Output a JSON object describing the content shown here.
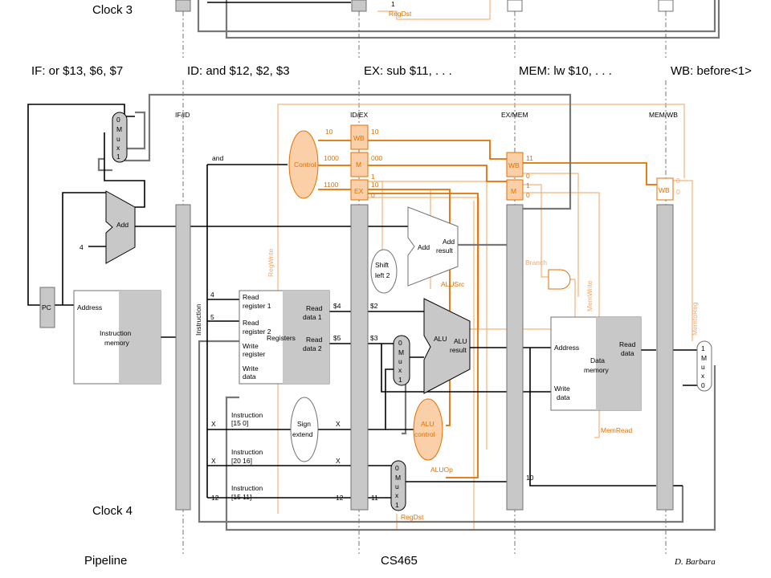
{
  "clock_top": "Clock 3",
  "clock_bottom": "Clock 4",
  "stages": {
    "if": "IF: or $13, $6, $7",
    "id": "ID: and $12, $2, $3",
    "ex": "EX: sub $11, . . .",
    "mem": "MEM: lw $10, . . .",
    "wb": "WB: before<1>"
  },
  "pipeline_regs": {
    "ifid": "IF/ID",
    "idex": "ID/EX",
    "exmem": "EX/MEM",
    "memwb": "MEM/WB"
  },
  "footer": {
    "left": "Pipeline",
    "center": "CS465",
    "right": "D. Barbara"
  },
  "labels": {
    "pc": "PC",
    "add": "Add",
    "four": "4",
    "address": "Address",
    "instr_mem_1": "Instruction",
    "instr_mem_2": "memory",
    "instruction_vertical": "Instruction",
    "and_label": "and",
    "control": "Control",
    "wb": "WB",
    "m": "M",
    "ex": "EX",
    "read_reg1_a": "Read",
    "read_reg1_b": "register 1",
    "read_reg2_a": "Read",
    "read_reg2_b": "register 2",
    "write_reg_a": "Write",
    "write_reg_b": "register",
    "write_data_a": "Write",
    "write_data_b": "data",
    "registers": "Registers",
    "read_data1_a": "Read",
    "read_data1_b": "data 1",
    "read_data2_a": "Read",
    "read_data2_b": "data 2",
    "sign_a": "Sign",
    "sign_b": "extend",
    "shift_a": "Shift",
    "shift_b": "left 2",
    "add_result_a": "Add",
    "add_result_b": "result",
    "alu": "ALU",
    "alu_result_a": "ALU",
    "alu_result_b": "result",
    "alu_control_a": "ALU",
    "alu_control_b": "control",
    "aluop": "ALUOp",
    "alusrc": "ALUSrc",
    "regdst": "RegDst",
    "regwrite": "RegWrite",
    "branch": "Branch",
    "memwrite": "MemWrite",
    "memread": "MemRead",
    "memtoreg": "MemtoReg",
    "dm_address": "Address",
    "dm_read_a": "Read",
    "dm_read_b": "data",
    "dm_data": "Data",
    "dm_memory": "memory",
    "dm_write_a": "Write",
    "dm_write_b": "data",
    "i15_0_a": "Instruction",
    "i15_0_b": "[15   0]",
    "i20_16_a": "Instruction",
    "i20_16_b": "[20   16]",
    "i15_11_a": "Instruction",
    "i15_11_b": "[15   11]",
    "mux_0": "0",
    "mux_1": "1",
    "mux_M": "M",
    "mux_u": "u",
    "mux_x": "x"
  },
  "values": {
    "v10": "10",
    "v1000": "1000",
    "v1100": "1100",
    "ex_wb": "10",
    "ex_m": "000",
    "ex_1": "1",
    "ex_10": "10",
    "ex_0": "0",
    "mem_wb": "11",
    "mem_0a": "0",
    "mem_1": "1",
    "mem_0b": "0",
    "wb_0a": "0",
    "wb_0b": "0",
    "rs": "4",
    "rt": "5",
    "d4": "$4",
    "d5": "$5",
    "d2": "$2",
    "d3": "$3",
    "x1": "X",
    "x2": "X",
    "x3": "X",
    "x4": "X",
    "rd12": "12",
    "rd12b": "12",
    "rd11": "11",
    "rd10": "10"
  }
}
